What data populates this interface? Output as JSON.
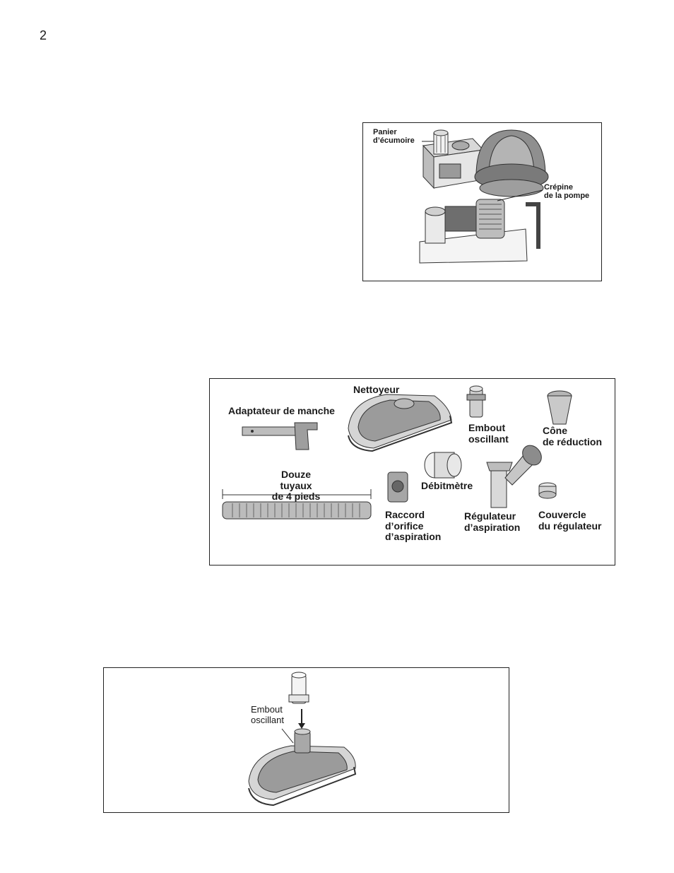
{
  "page_number": "2",
  "figure1": {
    "labels": {
      "skimmer_basket_line1": "Panier",
      "skimmer_basket_line2": "d’écumoire",
      "pump_strainer_line1": "Crépine",
      "pump_strainer_line2": "de la pompe"
    }
  },
  "figure2": {
    "labels": {
      "cleaner": "Nettoyeur",
      "handle_adapter": "Adaptateur de manche",
      "swivel_line1": "Embout",
      "swivel_line2": "oscillant",
      "cone_line1": "Cône",
      "cone_line2": "de réduction",
      "hoses_line1": "Douze",
      "hoses_line2": "tuyaux",
      "hoses_line3": "de 4 pieds",
      "flowmeter": "Débitmètre",
      "fitting_line1": "Raccord",
      "fitting_line2": "d’orifice",
      "fitting_line3": "d’aspiration",
      "regulator_line1": "Régulateur",
      "regulator_line2": "d’aspiration",
      "cover_line1": "Couvercle",
      "cover_line2": "du régulateur"
    }
  },
  "figure3": {
    "labels": {
      "swivel_line1": "Embout",
      "swivel_line2": "oscillant"
    }
  }
}
